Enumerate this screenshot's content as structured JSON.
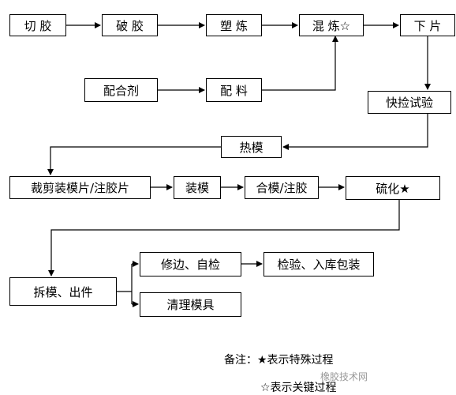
{
  "steps": {
    "qie_jiao": "切 胶",
    "po_jiao": "破 胶",
    "su_lian": "塑 炼",
    "hun_lian": "混 炼☆",
    "xia_pian": "下 片",
    "pei_he_ji": "配合剂",
    "pei_liao": "配 料",
    "kuai_jian": "快捡试验",
    "re_mo": "热模",
    "cai_jian": "裁剪装模片/注胶片",
    "zhuang_mo": "装模",
    "he_mo": "合模/注胶",
    "liu_hua": "硫化★",
    "chai_mo": "拆模、出件",
    "xiu_bian": "修边、自检",
    "jian_yan": "检验、入库包装",
    "qing_li": "清理模具"
  },
  "notes": {
    "line1": "备注：★表示特殊过程",
    "line2": "☆表示关键过程"
  },
  "watermark": "橡胶技术网"
}
